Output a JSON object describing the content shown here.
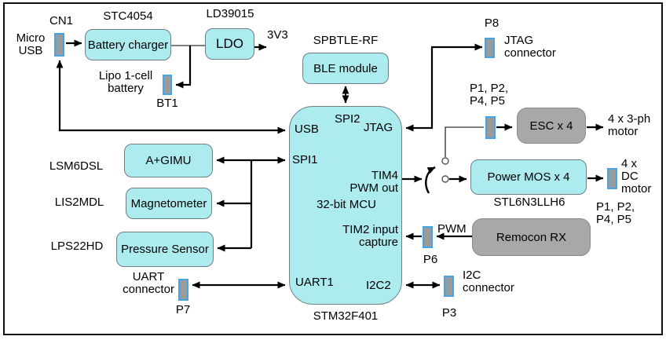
{
  "colors": {
    "box_fill": "#ACECEF",
    "box_border": "#6F7F82",
    "gray_fill": "#A8A8A8",
    "gray_border": "#8A8A8A",
    "connector_fill": "#9B9B9B",
    "connector_border": "#44A4E4",
    "wire": "#000000",
    "text": "#000000"
  },
  "power": {
    "cn1_ref": "CN1",
    "micro_usb_label": "Micro\nUSB",
    "charger_part": "STC4054",
    "charger_label": "Battery charger",
    "ldo_part": "LD39015",
    "ldo_label": "LDO",
    "rail_3v3": "3V3",
    "battery_label": "Lipo 1-cell\nbattery",
    "bt1_ref": "BT1"
  },
  "ble": {
    "part": "SPBTLE-RF",
    "module_label": "BLE module"
  },
  "mcu": {
    "usb_port": "USB",
    "spi2_port": "SPI2",
    "jtag_port": "JTAG",
    "spi1_port": "SPI1",
    "tim4_port": "TIM4\nPWM out",
    "core_label": "32-bit MCU",
    "tim2_port": "TIM2 input\ncapture",
    "uart1_port": "UART1",
    "i2c2_port": "I2C2",
    "part": "STM32F401"
  },
  "sensors": {
    "imu_part": "LSM6DSL",
    "imu_label": "A+GIMU",
    "mag_part": "LIS2MDL",
    "mag_label": "Magnetometer",
    "baro_part": "LPS22HD",
    "baro_label": "Pressure Sensor"
  },
  "jtag": {
    "ref": "P8",
    "label": "JTAG\nconnector"
  },
  "esc": {
    "refs": "P1, P2,\nP4, P5",
    "box_label": "ESC x 4",
    "motor_label": "4 x 3-ph\nmotor"
  },
  "dc": {
    "box_label": "Power MOS x 4",
    "part": "STL6N3LLH6",
    "motor_label": "4 x\nDC\nmotor",
    "refs": "P1, P2,\nP4, P5"
  },
  "remote": {
    "rx_label": "Remocon RX",
    "pwm_label": "PWM",
    "ref": "P6"
  },
  "i2c": {
    "ref": "P3",
    "label": "I2C\nconnector"
  },
  "uart": {
    "label": "UART\nconnector",
    "ref": "P7"
  }
}
